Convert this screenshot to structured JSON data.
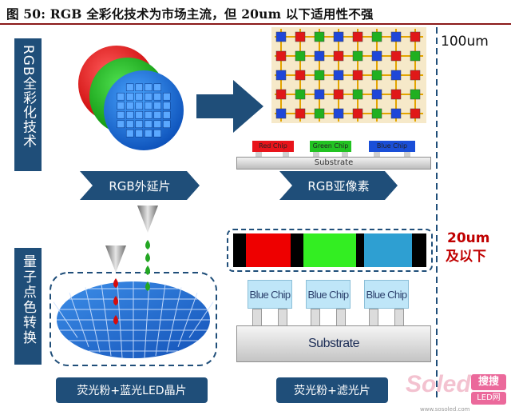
{
  "title": "图 50: RGB 全彩化技术为市场主流，但 20um 以下适用性不强",
  "side_labels": {
    "rgb_full_color": "RGB全彩化技术",
    "quantum_dot": "量子点色转换"
  },
  "chevrons": {
    "rgb_epitaxy": "RGB外延片",
    "rgb_subpixel": "RGB亚像素"
  },
  "bottom_labels": {
    "phosphor_blue_led": "荧光粉+蓝光LED晶片",
    "phosphor_filter": "荧光粉+滤光片"
  },
  "size_labels": {
    "um100": "100um",
    "um20_line1": "20um",
    "um20_line2": "及以下"
  },
  "chips_top": {
    "red": "Red Chip",
    "green": "Green Chip",
    "blue": "Blue Chip",
    "substrate": "Substrate"
  },
  "chips_bottom": {
    "blue1": "Blue Chip",
    "blue2": "Blue Chip",
    "blue3": "Blue Chip",
    "substrate": "Substrate"
  },
  "watermark": {
    "brand": "Soled",
    "cn": "搜搜",
    "sub": "LED网",
    "url": "www.sosoled.com"
  },
  "colors": {
    "navy": "#1f4e79",
    "red": "#e8141b",
    "green": "#22c322",
    "blue": "#1a6fd8",
    "cyan": "#2e9fd2",
    "accent_red": "#c00000"
  }
}
